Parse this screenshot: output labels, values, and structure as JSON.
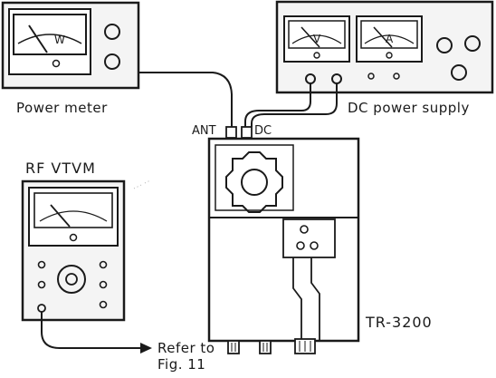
{
  "labels": {
    "power_meter": "Power meter",
    "dc_power_supply": "DC power supply",
    "ant": "ANT",
    "dc": "DC",
    "rf_vtvm": "RF VTVM",
    "tr3200": "TR-3200",
    "refer_to": "Refer to",
    "fig11": "Fig. 11"
  },
  "meters": {
    "power_meter_unit": "W",
    "voltmeter_unit": "V",
    "ammeter_unit": "A"
  },
  "colors": {
    "line": "#1a1a1a",
    "face": "#ffffff",
    "frame_fill": "#f4f4f4"
  }
}
